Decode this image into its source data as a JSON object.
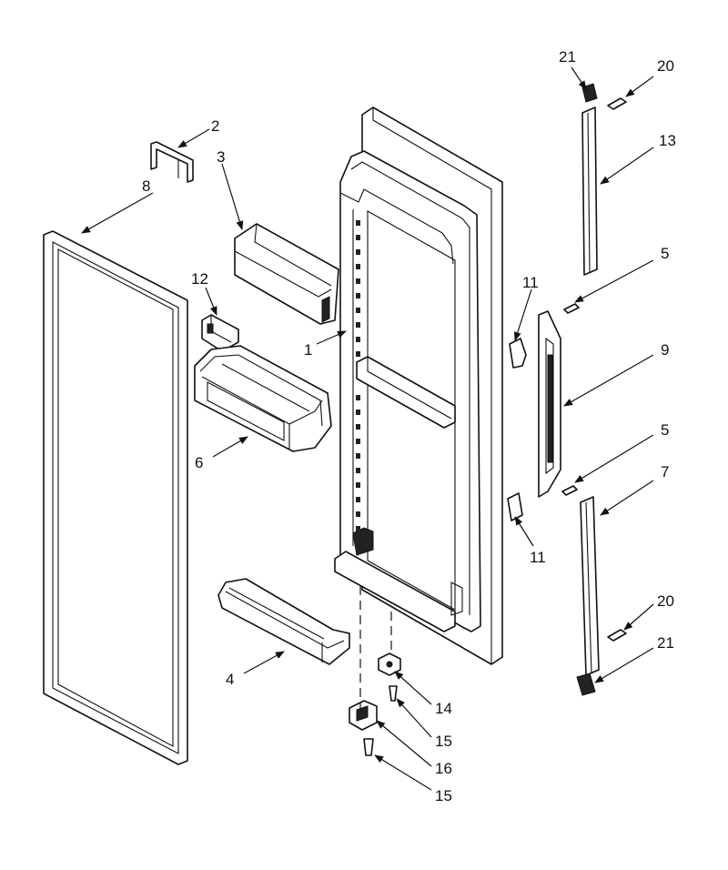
{
  "diagram": {
    "callouts": [
      {
        "id": "c1",
        "label": "1"
      },
      {
        "id": "c2",
        "label": "2"
      },
      {
        "id": "c3",
        "label": "3"
      },
      {
        "id": "c4",
        "label": "4"
      },
      {
        "id": "c5a",
        "label": "5"
      },
      {
        "id": "c5b",
        "label": "5"
      },
      {
        "id": "c6",
        "label": "6"
      },
      {
        "id": "c7",
        "label": "7"
      },
      {
        "id": "c8",
        "label": "8"
      },
      {
        "id": "c9",
        "label": "9"
      },
      {
        "id": "c11a",
        "label": "11"
      },
      {
        "id": "c11b",
        "label": "11"
      },
      {
        "id": "c12",
        "label": "12"
      },
      {
        "id": "c13",
        "label": "13"
      },
      {
        "id": "c14",
        "label": "14"
      },
      {
        "id": "c15a",
        "label": "15"
      },
      {
        "id": "c15b",
        "label": "15"
      },
      {
        "id": "c16",
        "label": "16"
      },
      {
        "id": "c20a",
        "label": "20"
      },
      {
        "id": "c20b",
        "label": "20"
      },
      {
        "id": "c21a",
        "label": "21"
      },
      {
        "id": "c21b",
        "label": "21"
      }
    ]
  }
}
